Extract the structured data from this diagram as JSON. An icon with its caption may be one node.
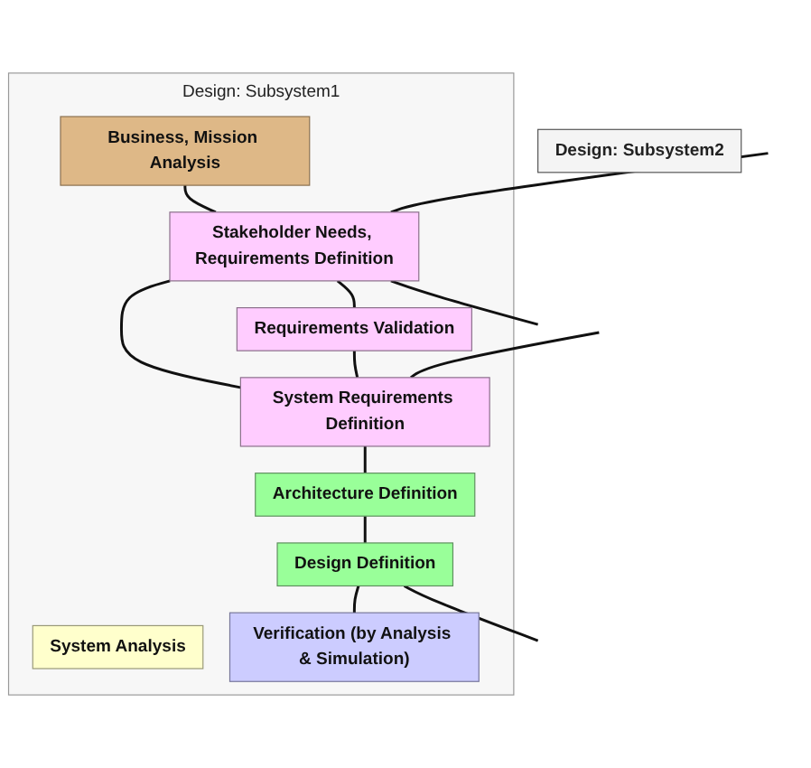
{
  "diagram": {
    "nodes": [
      {
        "text": [
          "Design: Subsystem2"
        ]
      },
      {
        "text": [
          "Design: Subsystem1"
        ]
      },
      {
        "text": [
          "Business, Mission Analysis"
        ],
        "in": 1
      },
      {
        "text": [
          "Stakeholder Needs, Requirements Definition"
        ],
        "in": 1
      },
      {
        "text": [
          "Requirements Validation"
        ],
        "in": 1
      },
      {
        "text": [
          "System Requirements Definition"
        ],
        "in": 1
      },
      {
        "text": [
          "Architecture Definition"
        ],
        "in": 1
      },
      {
        "text": [
          "Design Definition"
        ],
        "in": 1
      },
      {
        "text": [
          "System Analysis"
        ],
        "in": 1
      },
      {
        "text": [
          "Verification (by Analysis & Simulation)"
        ],
        "in": 1
      }
    ],
    "edges": [
      {
        "from": 2,
        "to": 3,
        "arrow": "none"
      },
      {
        "from": 3,
        "to": 4,
        "arrow": "none"
      },
      {
        "from": 3,
        "to": 5,
        "arrow": "none"
      },
      {
        "from": 4,
        "to": 5,
        "arrow": "none"
      },
      {
        "from": 5,
        "to": 6,
        "arrow": "none"
      },
      {
        "from": 6,
        "to": 7,
        "arrow": "none"
      },
      {
        "from": 7,
        "to": 9,
        "arrow": "none"
      },
      {
        "from": null,
        "to": 3,
        "arrow": "none"
      },
      {
        "from": null,
        "to": 5,
        "arrow": "none"
      },
      {
        "from": 3,
        "to": null,
        "arrow": "none"
      },
      {
        "from": 7,
        "to": null,
        "arrow": "none"
      }
    ]
  }
}
